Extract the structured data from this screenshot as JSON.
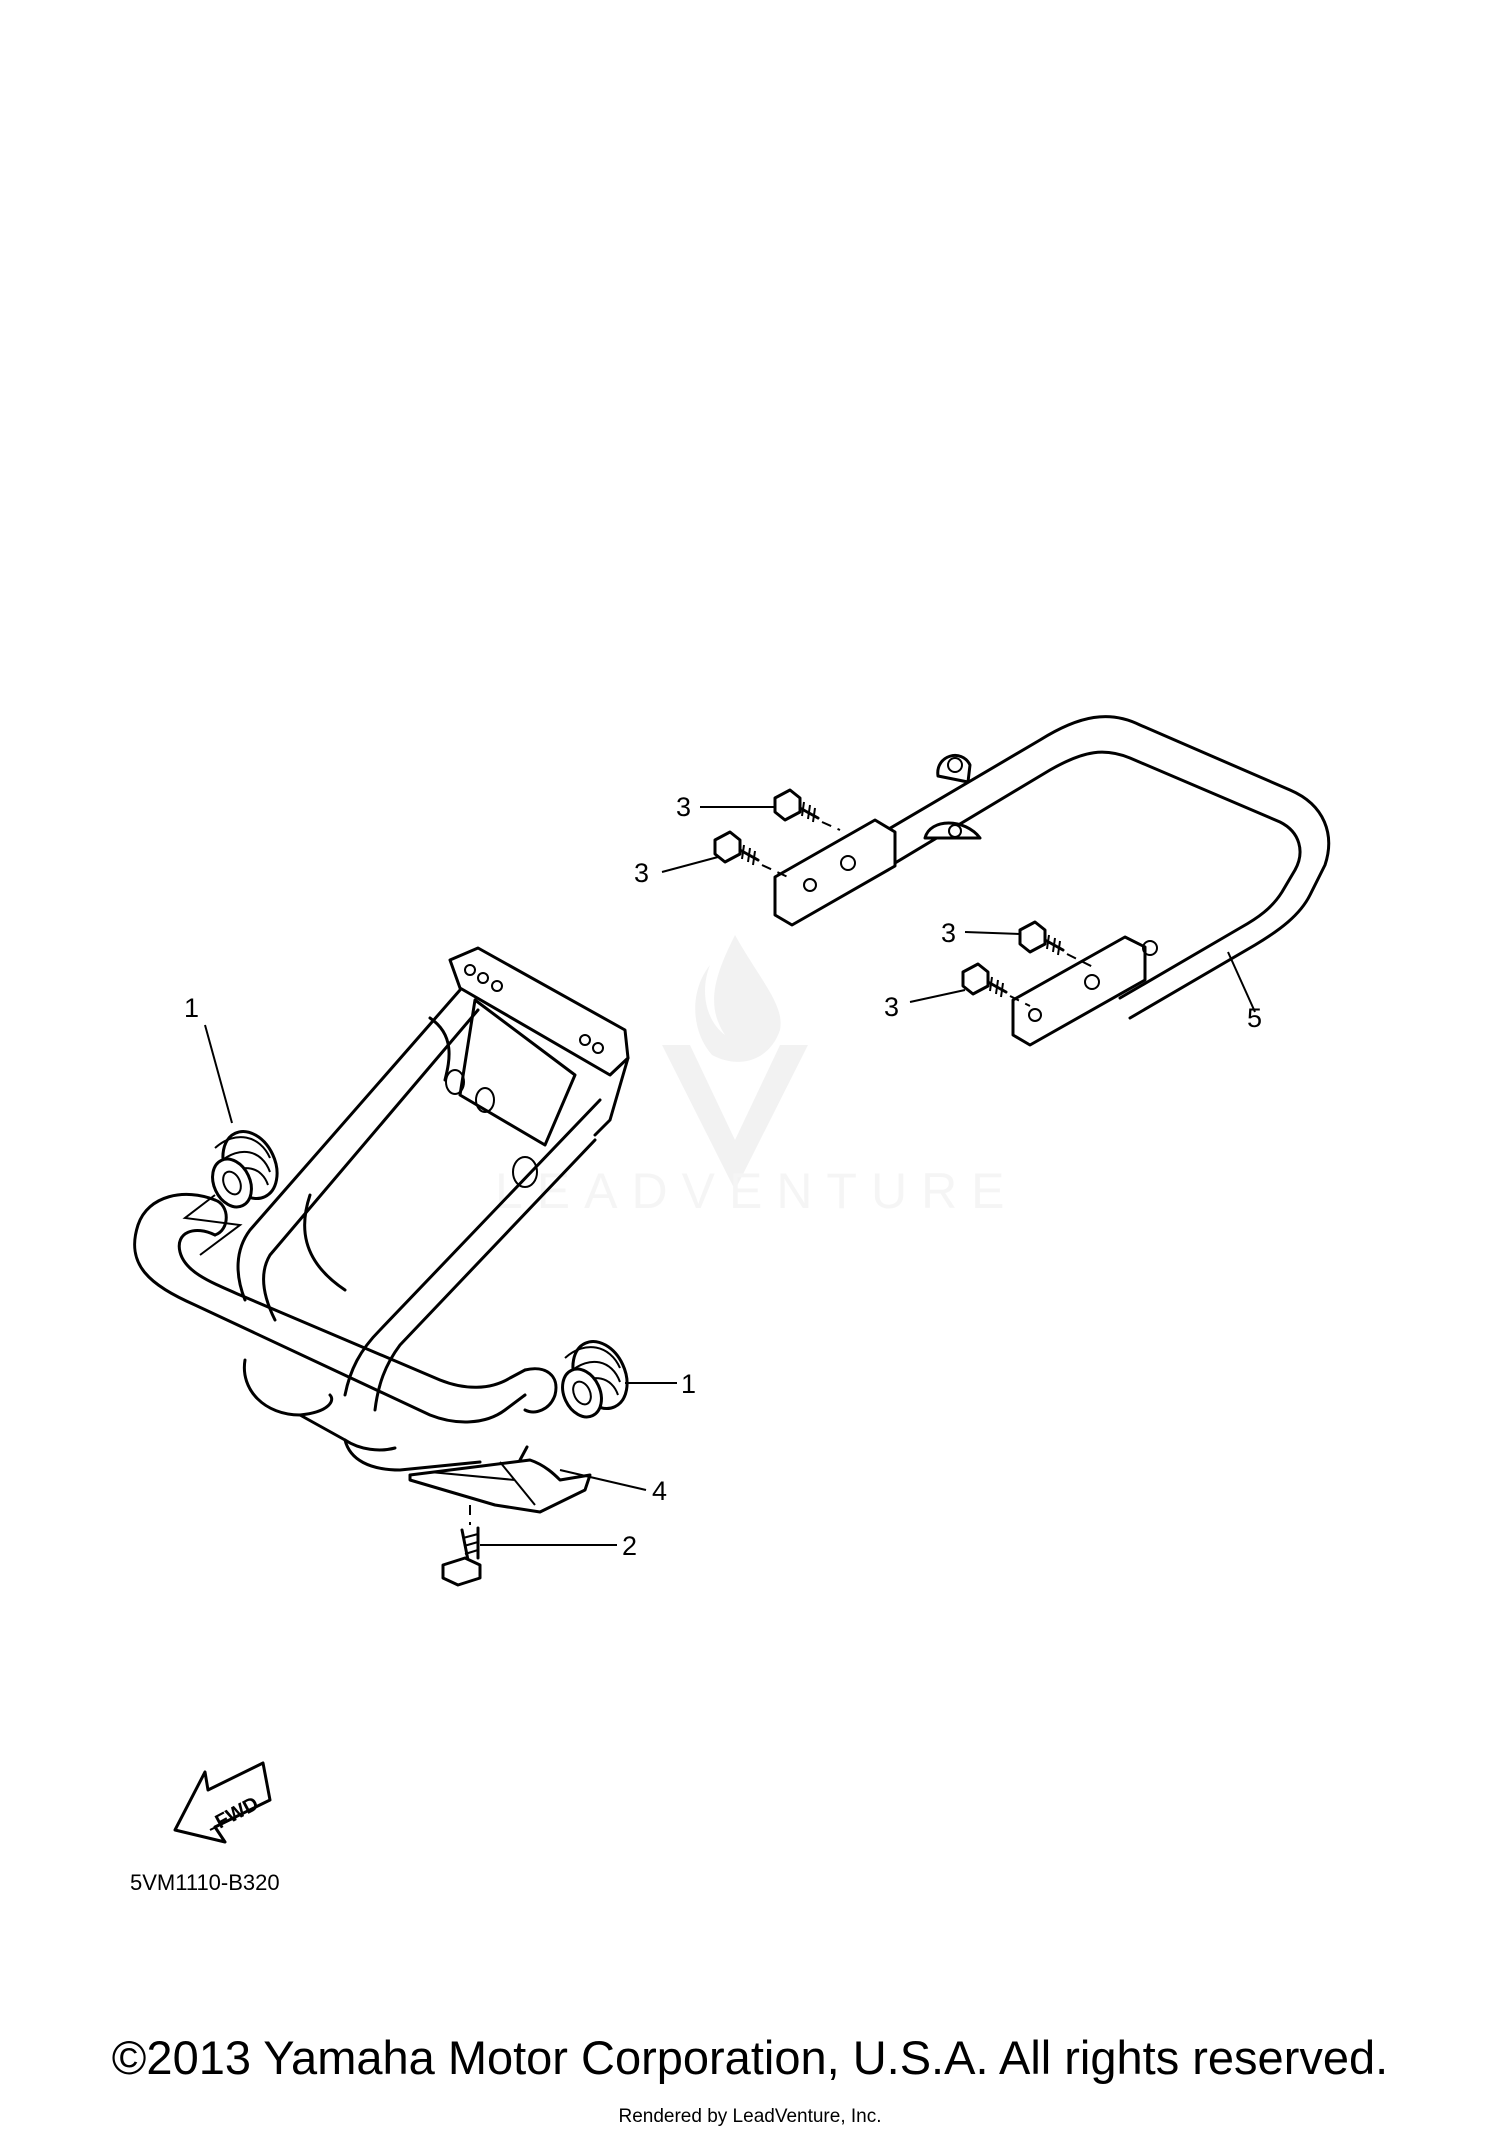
{
  "diagram": {
    "callouts": [
      {
        "id": "c1a",
        "label": "1"
      },
      {
        "id": "c1b",
        "label": "1"
      },
      {
        "id": "c2",
        "label": "2"
      },
      {
        "id": "c3a",
        "label": "3"
      },
      {
        "id": "c3b",
        "label": "3"
      },
      {
        "id": "c3c",
        "label": "3"
      },
      {
        "id": "c3d",
        "label": "3"
      },
      {
        "id": "c4",
        "label": "4"
      },
      {
        "id": "c5",
        "label": "5"
      }
    ],
    "fwd_label": "FWD",
    "part_code": "5VM1110-B320",
    "watermark": "LEADVENTURE"
  },
  "footer": {
    "copyright": "©2013 Yamaha Motor Corporation, U.S.A. All rights reserved.",
    "rendered_by": "Rendered by LeadVenture, Inc."
  }
}
